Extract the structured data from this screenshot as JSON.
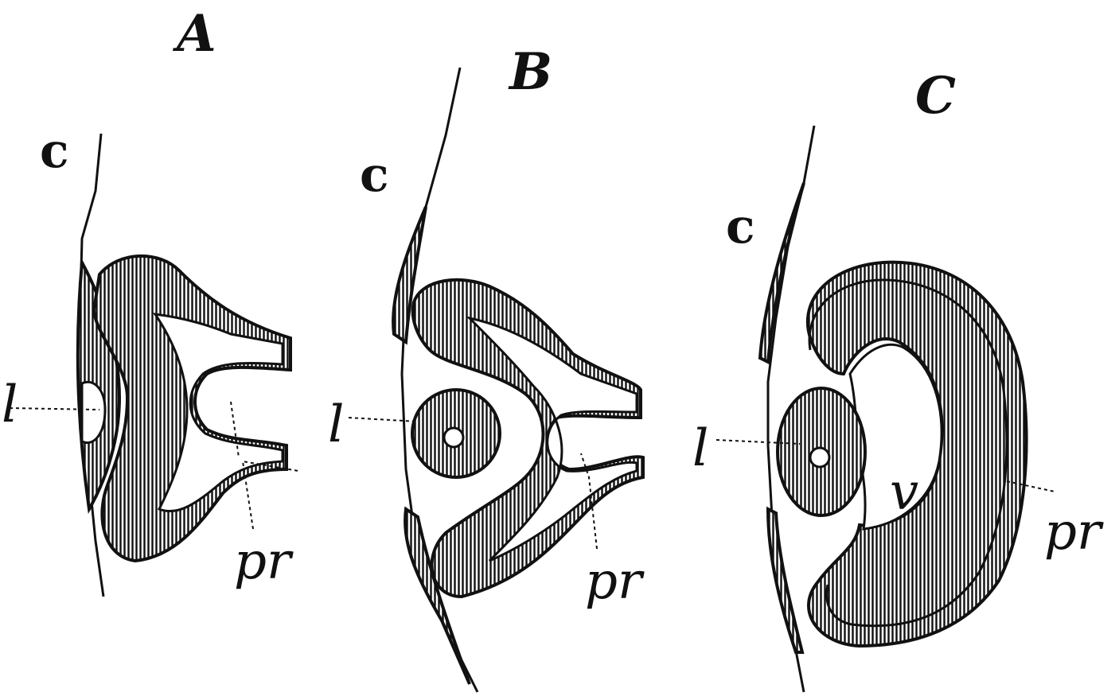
{
  "figure": {
    "panels": [
      {
        "id": "A",
        "label": "A",
        "labels": {
          "c": "c",
          "l": "l",
          "pr": "pr"
        }
      },
      {
        "id": "B",
        "label": "B",
        "labels": {
          "c": "c",
          "l": "l",
          "pr": "pr"
        }
      },
      {
        "id": "C",
        "label": "C",
        "labels": {
          "c": "c",
          "l": "l",
          "v": "v",
          "pr": "pr"
        }
      }
    ],
    "colors": {
      "ink": "#111111",
      "paper": "#ffffff"
    }
  }
}
